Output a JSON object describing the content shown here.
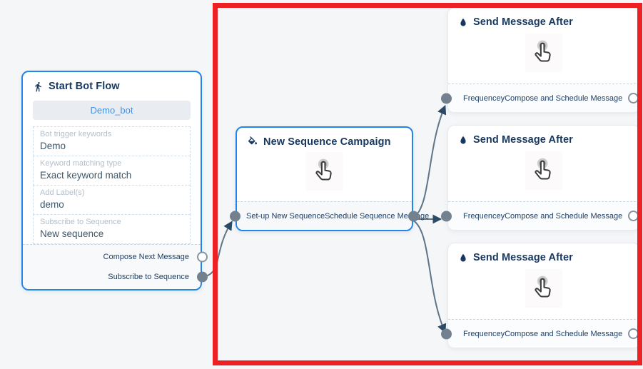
{
  "colors": {
    "canvas_bg": "#f5f6f8",
    "node_accent_blue": "#2186e8",
    "highlight_red": "#ed2024",
    "title_navy": "#17375e",
    "connector_gray": "#5f7486"
  },
  "nodes": {
    "start_bot_flow": {
      "title": "Start Bot Flow",
      "icon": "walking-person-icon",
      "bot_name": "Demo_bot",
      "fields": [
        {
          "label": "Bot trigger keywords",
          "value": "Demo"
        },
        {
          "label": "Keyword matching type",
          "value": "Exact keyword match"
        },
        {
          "label": "Add Label(s)",
          "value": "demo"
        },
        {
          "label": "Subscribe to Sequence",
          "value": "New sequence"
        }
      ],
      "output_ports": [
        {
          "label": "Compose Next Message",
          "type": "open"
        },
        {
          "label": "Subscribe to Sequence",
          "type": "filled"
        }
      ]
    },
    "new_sequence_campaign": {
      "title": "New Sequence Campaign",
      "icon": "paint-bucket-icon",
      "body_icon": "tap-hand-icon",
      "ports": [
        {
          "label": "Set-up New Sequence",
          "type": "filled"
        },
        {
          "label": "Schedule Sequence Message",
          "type": "filled"
        }
      ]
    },
    "send_message_after": [
      {
        "title": "Send Message After",
        "icon": "water-drop-icon",
        "body_icon": "tap-hand-icon",
        "input_port": {
          "label": "Frequencey",
          "type": "filled"
        },
        "output_port": {
          "label": "Compose and Schedule Message",
          "type": "open"
        }
      },
      {
        "title": "Send Message After",
        "icon": "water-drop-icon",
        "body_icon": "tap-hand-icon",
        "input_port": {
          "label": "Frequencey",
          "type": "filled"
        },
        "output_port": {
          "label": "Compose and Schedule Message",
          "type": "open"
        }
      },
      {
        "title": "Send Message After",
        "icon": "water-drop-icon",
        "body_icon": "tap-hand-icon",
        "input_port": {
          "label": "Frequencey",
          "type": "filled"
        },
        "output_port": {
          "label": "Compose and Schedule Message",
          "type": "open"
        }
      }
    ]
  },
  "connections": [
    {
      "from": "Start Bot Flow : Subscribe to Sequence",
      "to": "New Sequence Campaign : Set-up New Sequence"
    },
    {
      "from": "New Sequence Campaign : Schedule Sequence Message",
      "to": "Send Message After 1 : Frequencey"
    },
    {
      "from": "New Sequence Campaign : Schedule Sequence Message",
      "to": "Send Message After 2 : Frequencey"
    },
    {
      "from": "New Sequence Campaign : Schedule Sequence Message",
      "to": "Send Message After 3 : Frequencey"
    }
  ],
  "annotation": {
    "shape": "red-rectangle",
    "purpose": "highlight right side of flow"
  }
}
